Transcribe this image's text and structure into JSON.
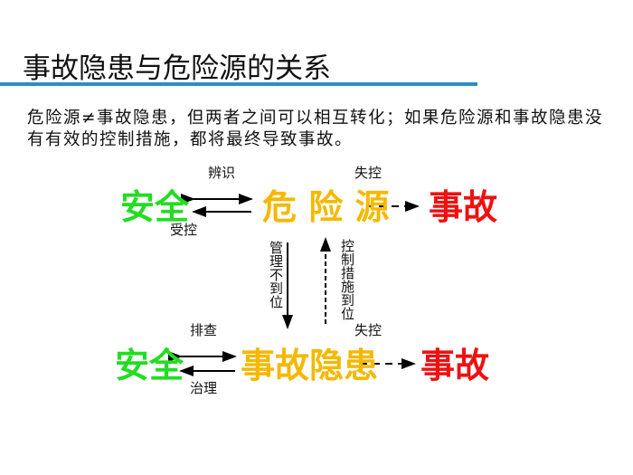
{
  "title": "事故隐患与危险源的关系",
  "paragraph": {
    "line1": "危险源≠事故隐患，但两者之间可以相互转化；如果危险源和事故隐患没",
    "line2": "有有效的控制措施，都将最终导致事故。"
  },
  "diagram": {
    "top": {
      "safe": "安全",
      "hazard": "危 险 源",
      "accident": "事故",
      "identify": "辨识",
      "controlled": "受控",
      "lose_control": "失控"
    },
    "bottom": {
      "safe": "安全",
      "hidden_danger": "事故隐患",
      "accident": "事故",
      "inspect": "排查",
      "remedy": "治理",
      "lose_control": "失控"
    },
    "down_label": "管理不到位",
    "up_label": "控制措施到位"
  },
  "colors": {
    "safe": "#22dd22",
    "hazard": "#f5b800",
    "accident": "#ee1111",
    "rule": "#2a8fc4"
  }
}
